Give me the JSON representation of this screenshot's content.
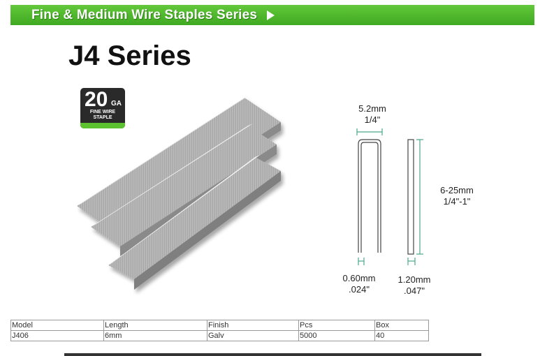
{
  "banner": {
    "title": "Fine  & Medium Wire Staples Series",
    "arrow_icon": "play-arrow-icon"
  },
  "series": {
    "title": "J4 Series"
  },
  "badge": {
    "gauge": "20",
    "unit": "GA",
    "line1": "FINE WIRE",
    "line2": "STAPLE",
    "colors": {
      "background": "#2a2a2a",
      "stripe": "#5cc22f"
    }
  },
  "diagram": {
    "crown_mm": "5.2mm",
    "crown_in": "1/4\"",
    "length_mm": "6-25mm",
    "length_in": "1/4\"-1\"",
    "thickness_mm": "0.60mm",
    "thickness_in": ".024\"",
    "width_mm": "1.20mm",
    "width_in": ".047\"",
    "dimension_color": "#4aa88a"
  },
  "spec_table": {
    "headers": [
      "Model",
      "Length",
      "Finish",
      "Pcs",
      "Box"
    ],
    "rows": [
      [
        "J406",
        "6mm",
        "Galv",
        "5000",
        "40"
      ]
    ]
  },
  "colors": {
    "banner": "#4cb52a",
    "banner_text": "#ffffff"
  }
}
